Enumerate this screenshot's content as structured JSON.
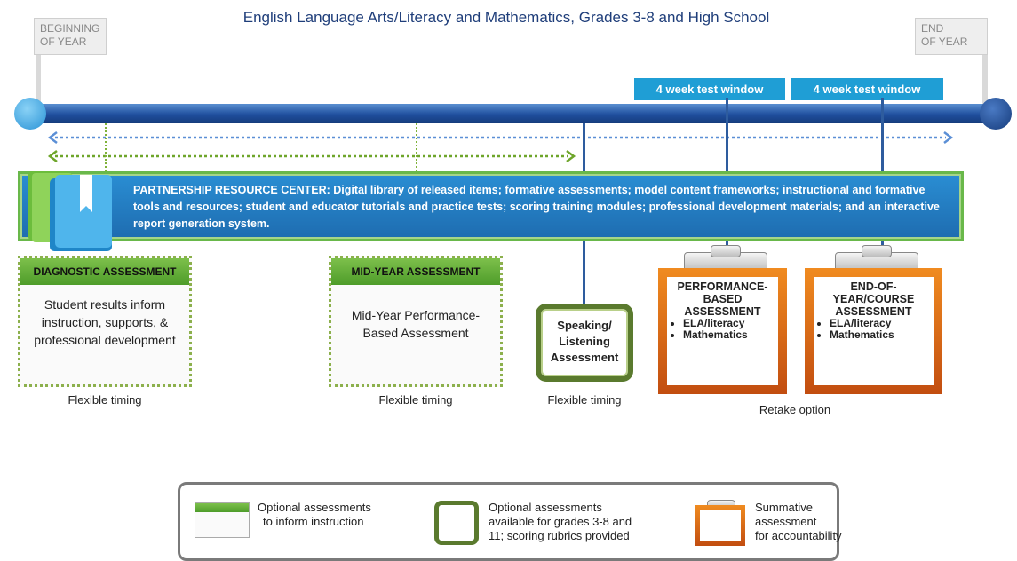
{
  "title": "English Language Arts/Literacy and Mathematics, Grades 3-8 and High School",
  "flags": {
    "beginning": [
      "BEGINNING",
      "OF YEAR"
    ],
    "end": [
      "END",
      "OF YEAR"
    ]
  },
  "test_windows": [
    "4 week test window",
    "4 week test window"
  ],
  "resource_center": {
    "text": "PARTNERSHIP RESOURCE CENTER: Digital library of released items; formative assessments; model content frameworks; instructional and formative tools and resources; student and educator tutorials and practice tests; scoring training modules; professional development materials; and an interactive report generation system."
  },
  "diagnostic": {
    "header": "DIAGNOSTIC ASSESSMENT",
    "body": "Student results inform instruction, supports, & professional development",
    "caption": "Flexible timing"
  },
  "midyear": {
    "header": "MID-YEAR ASSESSMENT",
    "body": "Mid-Year Performance-Based Assessment",
    "caption": "Flexible timing"
  },
  "speaking": {
    "lines": [
      "Speaking/",
      "Listening",
      "Assessment"
    ],
    "caption": "Flexible timing"
  },
  "pba": {
    "title": [
      "PERFORMANCE-",
      "BASED",
      "ASSESSMENT"
    ],
    "items": [
      "ELA/literacy",
      "Mathematics"
    ]
  },
  "eoy": {
    "title": [
      "END-OF-",
      "YEAR/COURSE",
      "ASSESSMENT"
    ],
    "items": [
      "ELA/literacy",
      "Mathematics"
    ]
  },
  "retake": "Retake option",
  "legend": {
    "optional": [
      "Optional assessments",
      "to inform instruction"
    ],
    "optional_rubric": [
      "Optional assessments",
      "available for grades 3-8 and",
      "11; scoring rubrics provided"
    ],
    "summative": [
      "Summative",
      "assessment",
      "for accountability"
    ]
  },
  "colors": {
    "timeline": "#1f4f9e",
    "test_window": "#1f9ed5",
    "resource_center": "#1e6cb0",
    "optional_green": "#6bb33a",
    "summative_orange": "#e06b17"
  }
}
